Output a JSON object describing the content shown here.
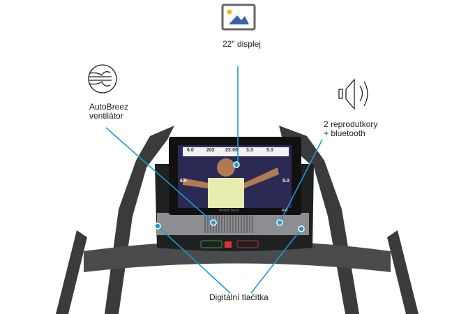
{
  "labels": {
    "display": "22\" displej",
    "fan_line1": "AutoBreez",
    "fan_line2": "ventilátor",
    "speakers_line1": "2 reprodutkory",
    "speakers_line2": "+ bluetooth",
    "buttons": "Digitální tlačítka"
  },
  "screen": {
    "stats": [
      "6.0",
      "202",
      "23:00",
      "3.3",
      "5.0"
    ],
    "left_value": "6.0",
    "right_value": "5.0",
    "brand": "NordicTrack",
    "logo": "iFIT"
  },
  "colors": {
    "accent": "#1a9ad6",
    "icon_blue": "#3a5fb0",
    "icon_sun": "#f5b21c"
  }
}
